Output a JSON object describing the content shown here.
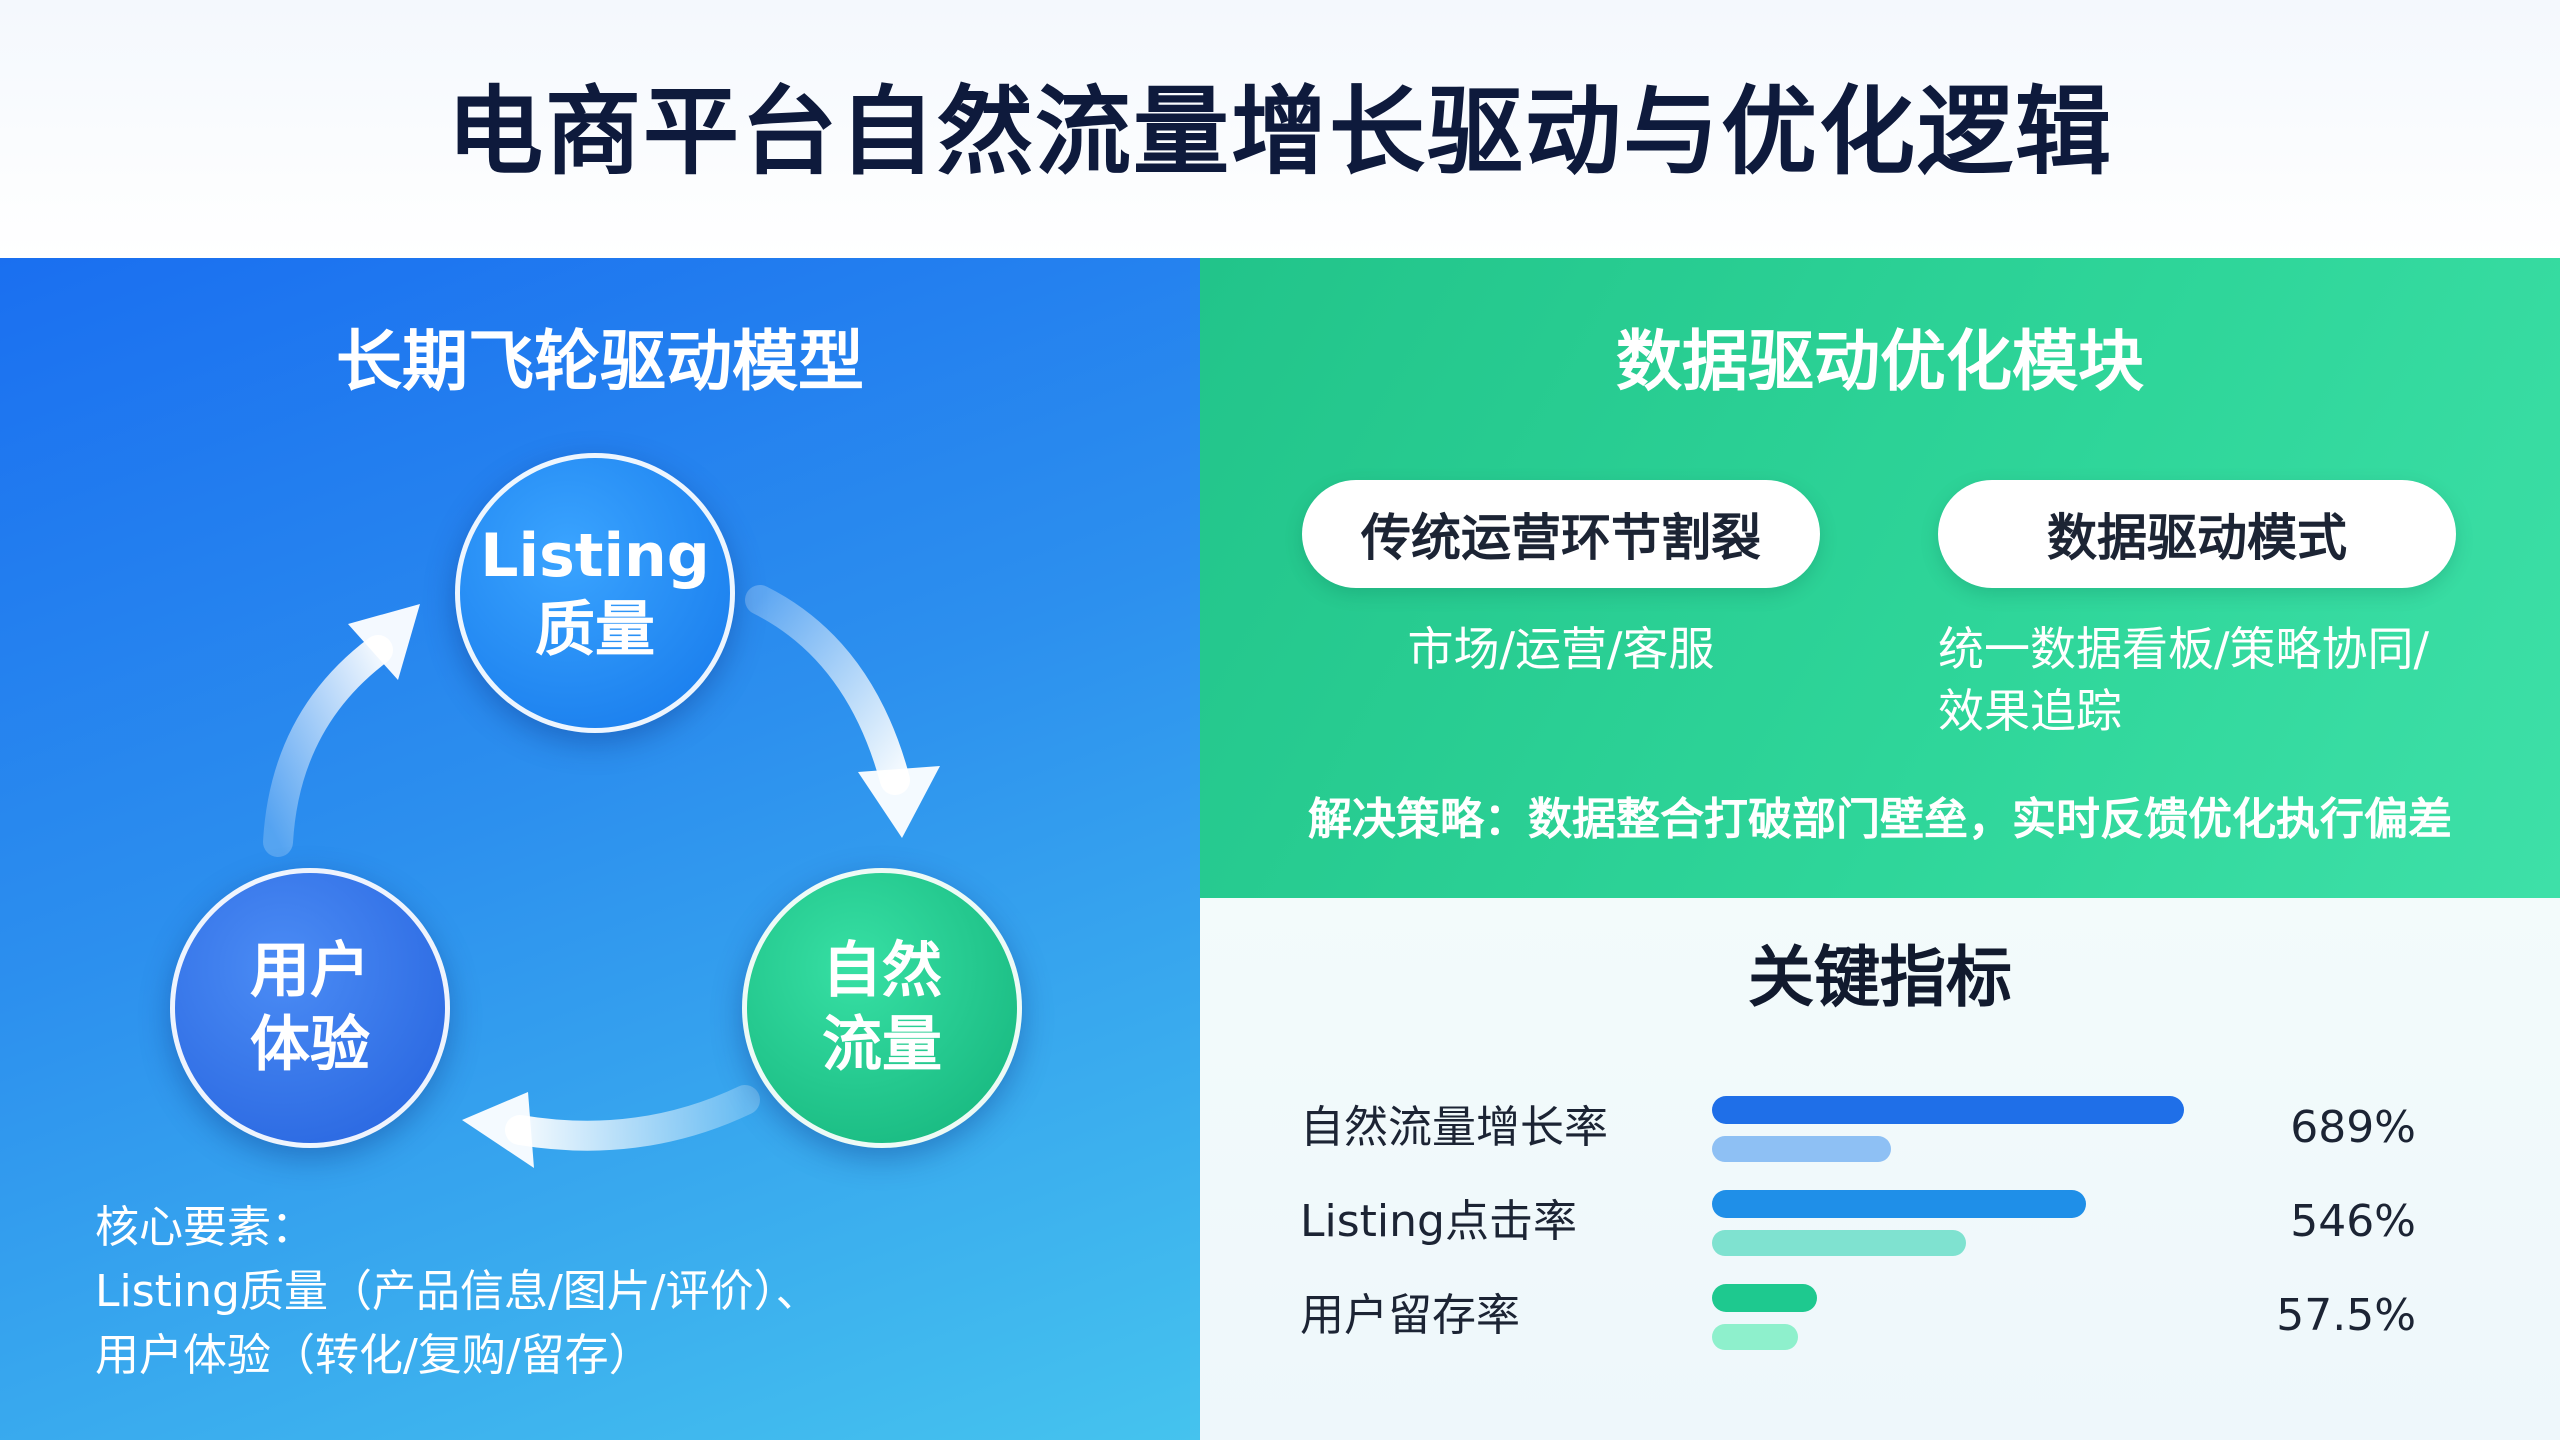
{
  "title": "电商平台自然流量增长驱动与优化逻辑",
  "left": {
    "title": "长期飞轮驱动模型",
    "nodes": {
      "listing": [
        "Listing",
        "质量"
      ],
      "natural": [
        "自然",
        "流量"
      ],
      "user": [
        "用户",
        "体验"
      ]
    },
    "core": {
      "heading": "核心要素：",
      "line1": "Listing质量（产品信息/图片/评价）、",
      "line2": "用户体验（转化/复购/留存）"
    }
  },
  "right": {
    "title": "数据驱动优化模块",
    "pill_a": "传统运营环节割裂",
    "pill_b": "数据驱动模式",
    "sub_a": "市场/运营/客服",
    "sub_b_line1": "统一数据看板/策略协同/",
    "sub_b_line2": "效果追踪",
    "strategy": "解决策略：数据整合打破部门壁垒，实时反馈优化执行偏差"
  },
  "metrics": {
    "title": "关键指标",
    "items": [
      {
        "label": "自然流量增长率",
        "value_text": "689%",
        "value": 689,
        "bar_colors": [
          "#1f6fe8",
          "#8ec0f4"
        ],
        "secondary_ratio": 0.38
      },
      {
        "label": "Listing点击率",
        "value_text": "546%",
        "value": 546,
        "bar_colors": [
          "#1f8fe8",
          "#7fe2d0"
        ],
        "secondary_ratio": 0.68
      },
      {
        "label": "用户留存率",
        "value_text": "57.5%",
        "value": 57.5,
        "bar_colors": [
          "#1ec98f",
          "#8ef0cc"
        ],
        "secondary_ratio": 0.82
      }
    ]
  },
  "colors": {
    "left_panel": "#1a6ff0",
    "right_panel": "#22c48a",
    "title_text": "#0e1a3c"
  }
}
